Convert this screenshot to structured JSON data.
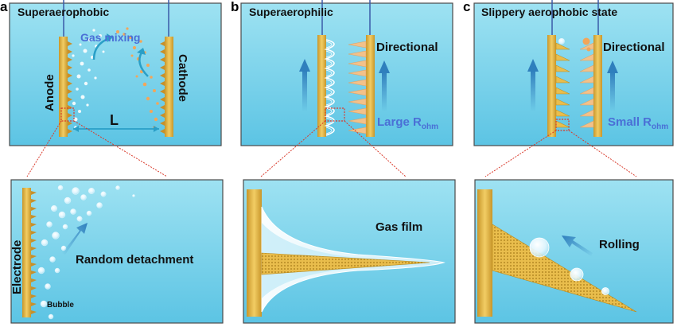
{
  "panels": {
    "a": {
      "letter": "a",
      "title": "Superaerophobic",
      "anode": "Anode",
      "cathode": "Cathode",
      "gas_mixing": "Gas mixing",
      "distance": "L",
      "electrode": "Electrode",
      "detachment": "Random detachment",
      "bubble": "Bubble"
    },
    "b": {
      "letter": "b",
      "title": "Superaerophilic",
      "directional": "Directional",
      "resistance_prefix": "Large R",
      "resistance_sub": "ohm",
      "gas_film": "Gas film"
    },
    "c": {
      "letter": "c",
      "title": "Slippery aerophobic state",
      "directional": "Directional",
      "resistance_prefix": "Small R",
      "resistance_sub": "ohm",
      "rolling": "Rolling"
    }
  },
  "colors": {
    "water_top": "#8fdcef",
    "water_bottom": "#5cc6e6",
    "frame": "#4a4a4a",
    "electrode": "#e9bd4c",
    "electrode_dark": "#b98a1c",
    "spike": "#c8902a",
    "cathode_bubble": "#f2a65a",
    "arrow_blue": "#2f7fbd",
    "text_blue": "#4a6fd6",
    "zoom_red": "#d93a2b",
    "wire": "#3a5aa8"
  }
}
